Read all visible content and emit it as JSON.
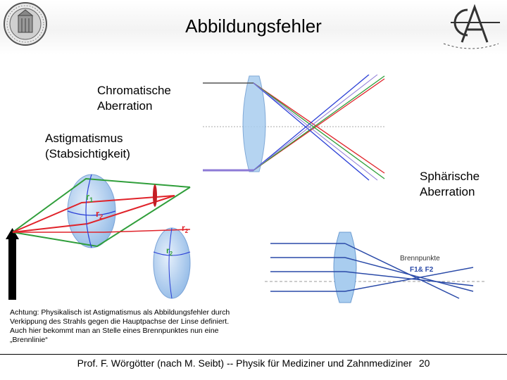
{
  "title": "Abbildungsfehler",
  "labels": {
    "chromatic": "Chromatische\nAberration",
    "astigmatism": "Astigmatismus\n(Stabsichtigkeit)",
    "spherical": "Sphärische\nAberration"
  },
  "astig_diagram": {
    "r1": "r",
    "r1_sub": "1",
    "r2": "r",
    "r2_sub": "2",
    "r2b": "r",
    "r2b_sub": "2",
    "r2c": "r",
    "r2c_sub": "2"
  },
  "spherical_diagram": {
    "brennpunkte": "Brennpunkte",
    "foci": "F1& F2"
  },
  "note": "Achtung: Physikalisch ist Astigmatismus als Abbildungsfehler durch\nVerkippung des Strahls gegen die Hauptpachse der Linse  definiert.\nAuch hier bekommt man an Stelle eines Brennpunktes nun eine\n„Brennlinie“",
  "footer": {
    "text": "Prof. F. Wörgötter (nach M. Seibt) -- Physik für Mediziner und Zahnmediziner",
    "page": "20"
  },
  "colors": {
    "red": "#e0232a",
    "green": "#2f9e3a",
    "blue": "#2a3fd6",
    "purple": "#8d7ad6",
    "lens": "#a9cdef"
  }
}
